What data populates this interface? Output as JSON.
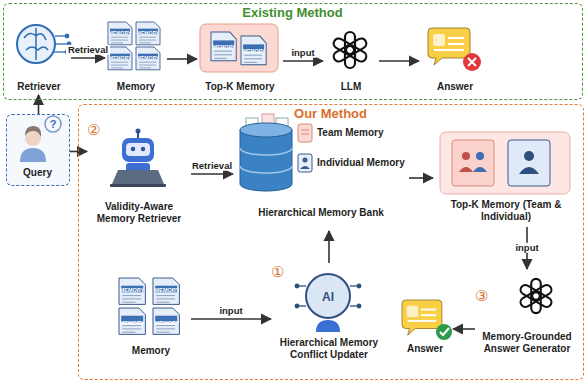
{
  "diagram": {
    "nodes": [
      {
        "text": [
          "Existing Method"
        ]
      },
      {
        "text": [
          "Retriever"
        ],
        "in": 0
      },
      {
        "text": [
          "Memory"
        ],
        "in": 0
      },
      {
        "text": [
          "Top-K Memory"
        ],
        "in": 0
      },
      {
        "text": [
          "LLM"
        ],
        "in": 0
      },
      {
        "text": [
          "Answer"
        ],
        "in": 0
      },
      {
        "text": [
          "Query"
        ]
      },
      {
        "text": [
          "Our Method"
        ]
      },
      {
        "text": [
          "②",
          "Validity-Aware Memory Retriever"
        ],
        "in": 7
      },
      {
        "text": [
          "Team Memory",
          "Individual Memory",
          "Hierarchical Memory Bank"
        ],
        "in": 7
      },
      {
        "text": [
          "Top-K Memory (Team & Individual)"
        ],
        "in": 7
      },
      {
        "text": [
          "Memory"
        ],
        "in": 7
      },
      {
        "text": [
          "①",
          "Hierarchical Memory Conflict Updater"
        ],
        "in": 7
      },
      {
        "text": [
          "Answer"
        ],
        "in": 7
      },
      {
        "text": [
          "③",
          "Memory-Grounded Answer Generator"
        ],
        "in": 7
      }
    ],
    "edges": [
      {
        "from": 6,
        "to": 1,
        "arrow": "to"
      },
      {
        "from": 1,
        "to": 2,
        "label": "Retrieval",
        "arrow": "to"
      },
      {
        "from": 2,
        "to": 3,
        "arrow": "to"
      },
      {
        "from": 3,
        "to": 4,
        "label": "input",
        "arrow": "to"
      },
      {
        "from": 4,
        "to": 5,
        "arrow": "to"
      },
      {
        "from": 6,
        "to": 8,
        "arrow": "to"
      },
      {
        "from": 8,
        "to": 9,
        "label": "Retrieval",
        "arrow": "to"
      },
      {
        "from": 9,
        "to": 10,
        "arrow": "to"
      },
      {
        "from": 11,
        "to": 12,
        "label": "input",
        "arrow": "to"
      },
      {
        "from": 12,
        "to": 9,
        "arrow": "to"
      },
      {
        "from": 10,
        "to": 14,
        "label": "input",
        "arrow": "to"
      },
      {
        "from": 14,
        "to": 13,
        "arrow": "to"
      }
    ],
    "labels": [
      "MEMORY",
      "MEMORY",
      "MEMORY",
      "MEMORY",
      "MEMORY",
      "MEMORY",
      "MEMORY",
      "MEMORY",
      "MEMORY",
      "MEMORY",
      "AI",
      "?"
    ]
  }
}
